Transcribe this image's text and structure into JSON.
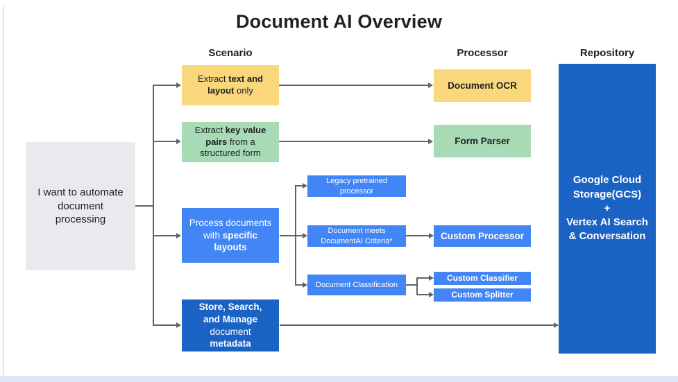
{
  "title": "Document AI Overview",
  "column_headers": {
    "scenario": "Scenario",
    "processor": "Processor",
    "repository": "Repository"
  },
  "start_node": {
    "text": "I want to automate document processing"
  },
  "scenario_nodes": {
    "extract_text": {
      "pre": "Extract ",
      "bold": "text and layout",
      "post": " only"
    },
    "extract_kv": {
      "pre": "Extract ",
      "bold": "key value pairs",
      "post": " from a structured form"
    },
    "specific_layouts": {
      "pre": "Process documents with ",
      "bold": "specific layouts",
      "post": ""
    },
    "store_search": {
      "bold1": "Store, Search, and Manage",
      "mid": " document ",
      "bold2": "metadata"
    }
  },
  "branch_nodes": {
    "legacy": "Legacy pretrained processor",
    "criteria": "Document meets DocumentAI Criteria*",
    "classification": "Document Classification"
  },
  "processor_nodes": {
    "ocr": "Document OCR",
    "form_parser": "Form Parser",
    "custom_processor": "Custom Processor",
    "custom_classifier": "Custom Classifier",
    "custom_splitter": "Custom Splitter"
  },
  "repository_node": {
    "line1": "Google Cloud Storage(GCS)",
    "line2": "+",
    "line3": "Vertex AI Search & Conversation"
  },
  "colors": {
    "yellow": "#FBD77C",
    "green": "#A8DAB5",
    "blue": "#4285F4",
    "dark_blue": "#1B62C5",
    "gray_box": "#E8EAED",
    "arrow": "#5F6368",
    "text_dark": "#202124",
    "footer_strip": "#DCE6F4"
  }
}
